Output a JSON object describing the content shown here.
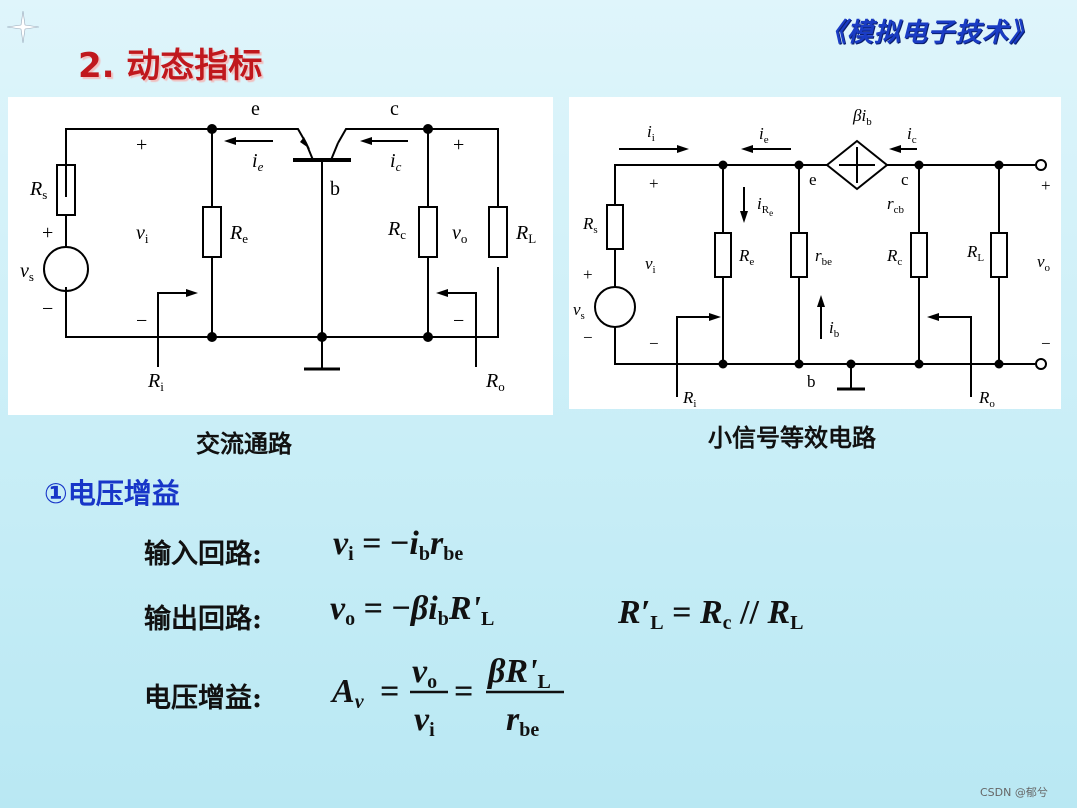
{
  "header": {
    "course": "《模拟电子技术》",
    "slide_title": "2. 动态指标"
  },
  "figure_left": {
    "caption": "交流通路",
    "labels": {
      "e": "e",
      "c": "c",
      "b": "b",
      "plus_in": "+",
      "minus_in": "−",
      "plus_out": "+",
      "minus_out": "−",
      "ie_main": "i",
      "ie_sub": "e",
      "ic_main": "i",
      "ic_sub": "c",
      "Rs_main": "R",
      "Rs_sub": "s",
      "vi_main": "v",
      "vi_sub": "i",
      "Re_main": "R",
      "Re_sub": "e",
      "Rc_main": "R",
      "Rc_sub": "c",
      "vo_main": "v",
      "vo_sub": "o",
      "RL_main": "R",
      "RL_sub": "L",
      "vs_main": "v",
      "vs_sub": "s",
      "src_plus": "+",
      "src_minus": "−",
      "Ri_main": "R",
      "Ri_sub": "i",
      "Ro_main": "R",
      "Ro_sub": "o"
    }
  },
  "figure_right": {
    "caption": "小信号等效电路",
    "labels": {
      "ii_main": "i",
      "ii_sub": "i",
      "ie_main": "i",
      "ie_sub": "e",
      "beta_ib": "βi",
      "beta_ib_sub": "b",
      "ic_main": "i",
      "ic_sub": "c",
      "e": "e",
      "c": "c",
      "b": "b",
      "plus_in": "+",
      "minus_in": "−",
      "plus_out": "+",
      "minus_out": "−",
      "iRe_main": "i",
      "iRe_sub": "R",
      "iRe_subsub": "e",
      "rcb_main": "r",
      "rcb_sub": "cb",
      "Rs_main": "R",
      "Rs_sub": "s",
      "vi_main": "v",
      "vi_sub": "i",
      "Re_main": "R",
      "Re_sub": "e",
      "rbe_main": "r",
      "rbe_sub": "be",
      "Rc_main": "R",
      "Rc_sub": "c",
      "RL_main": "R",
      "RL_sub": "L",
      "vo_main": "v",
      "vo_sub": "o",
      "vs_main": "v",
      "vs_sub": "s",
      "src_plus": "+",
      "src_minus": "−",
      "ib_main": "i",
      "ib_sub": "b",
      "Ri_main": "R",
      "Ri_sub": "i",
      "Ro_main": "R",
      "Ro_sub": "o"
    }
  },
  "section": {
    "title": "①电压增益"
  },
  "equations": {
    "input_label": "输入回路:",
    "output_label": "输出回路:",
    "gain_label": "电压增益:",
    "input": {
      "lhs": "v",
      "lhs_sub": "i",
      "eq": " = −",
      "t1": "i",
      "t1_sub": "b",
      "t2": "r",
      "t2_sub": "be"
    },
    "output": {
      "lhs": "v",
      "lhs_sub": "o",
      "eq": " = −",
      "t1": "βi",
      "t1_sub": "b",
      "t2": "R'",
      "t2_sub": "L"
    },
    "rl_prime": {
      "lhs": "R′",
      "lhs_sub": "L",
      "eq": " = ",
      "t1": "R",
      "t1_sub": "c",
      "op": " // ",
      "t2": "R",
      "t2_sub": "L"
    },
    "gain": {
      "lhs": "A",
      "lhs_sub": "v",
      "eq1": "=",
      "num1": "v",
      "num1_sub": "o",
      "den1": "v",
      "den1_sub": "i",
      "eq2": "=",
      "num2": "βR'",
      "num2_sub": "L",
      "den2": "r",
      "den2_sub": "be"
    }
  },
  "footer": {
    "watermark": "CSDN @郁兮"
  }
}
